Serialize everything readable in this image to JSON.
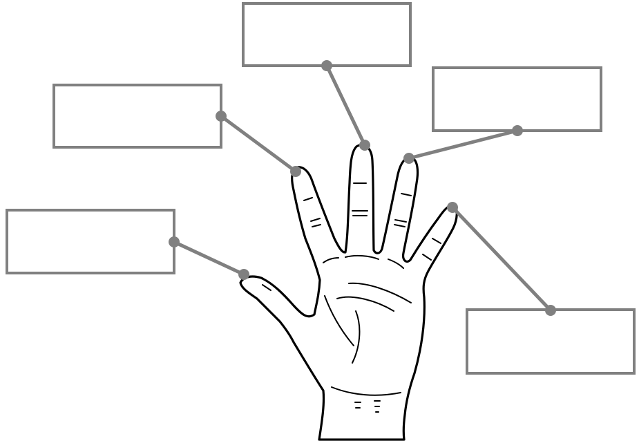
{
  "diagram": {
    "subject": "hand",
    "colors": {
      "box_stroke": "#808080",
      "leader": "#808080",
      "outline": "#000000",
      "background": "#ffffff"
    },
    "labels": [
      {
        "target": "index-finger",
        "text": ""
      },
      {
        "target": "middle-finger",
        "text": ""
      },
      {
        "target": "ring-finger",
        "text": ""
      },
      {
        "target": "thumb",
        "text": ""
      },
      {
        "target": "little-finger",
        "text": ""
      }
    ]
  }
}
